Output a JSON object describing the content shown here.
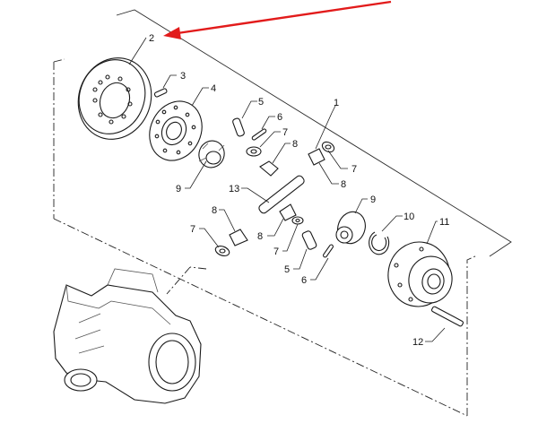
{
  "diagram": {
    "callouts": [
      "2",
      "3",
      "4",
      "5",
      "6",
      "7",
      "8",
      "9",
      "1",
      "13",
      "10",
      "11",
      "12"
    ],
    "highlight_color": "#e21b1b",
    "line_color": "#1a1a1a"
  }
}
